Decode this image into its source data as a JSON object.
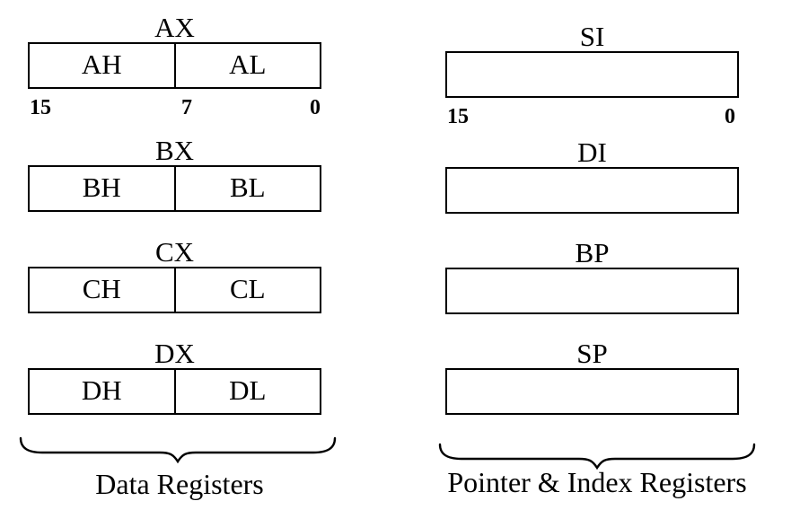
{
  "diagram": {
    "left": {
      "caption": "Data Registers",
      "registers": [
        {
          "title": "AX",
          "high": "AH",
          "low": "AL"
        },
        {
          "title": "BX",
          "high": "BH",
          "low": "BL"
        },
        {
          "title": "CX",
          "high": "CH",
          "low": "CL"
        },
        {
          "title": "DX",
          "high": "DH",
          "low": "DL"
        }
      ],
      "bit_labels": {
        "b15": "15",
        "b7": "7",
        "b0": "0"
      }
    },
    "right": {
      "caption": "Pointer & Index Registers",
      "registers": [
        {
          "title": "SI"
        },
        {
          "title": "DI"
        },
        {
          "title": "BP"
        },
        {
          "title": "SP"
        }
      ],
      "bit_labels": {
        "b15": "15",
        "b0": "0"
      }
    },
    "colors": {
      "line": "#000000",
      "text": "#000000",
      "background": "#ffffff"
    }
  }
}
